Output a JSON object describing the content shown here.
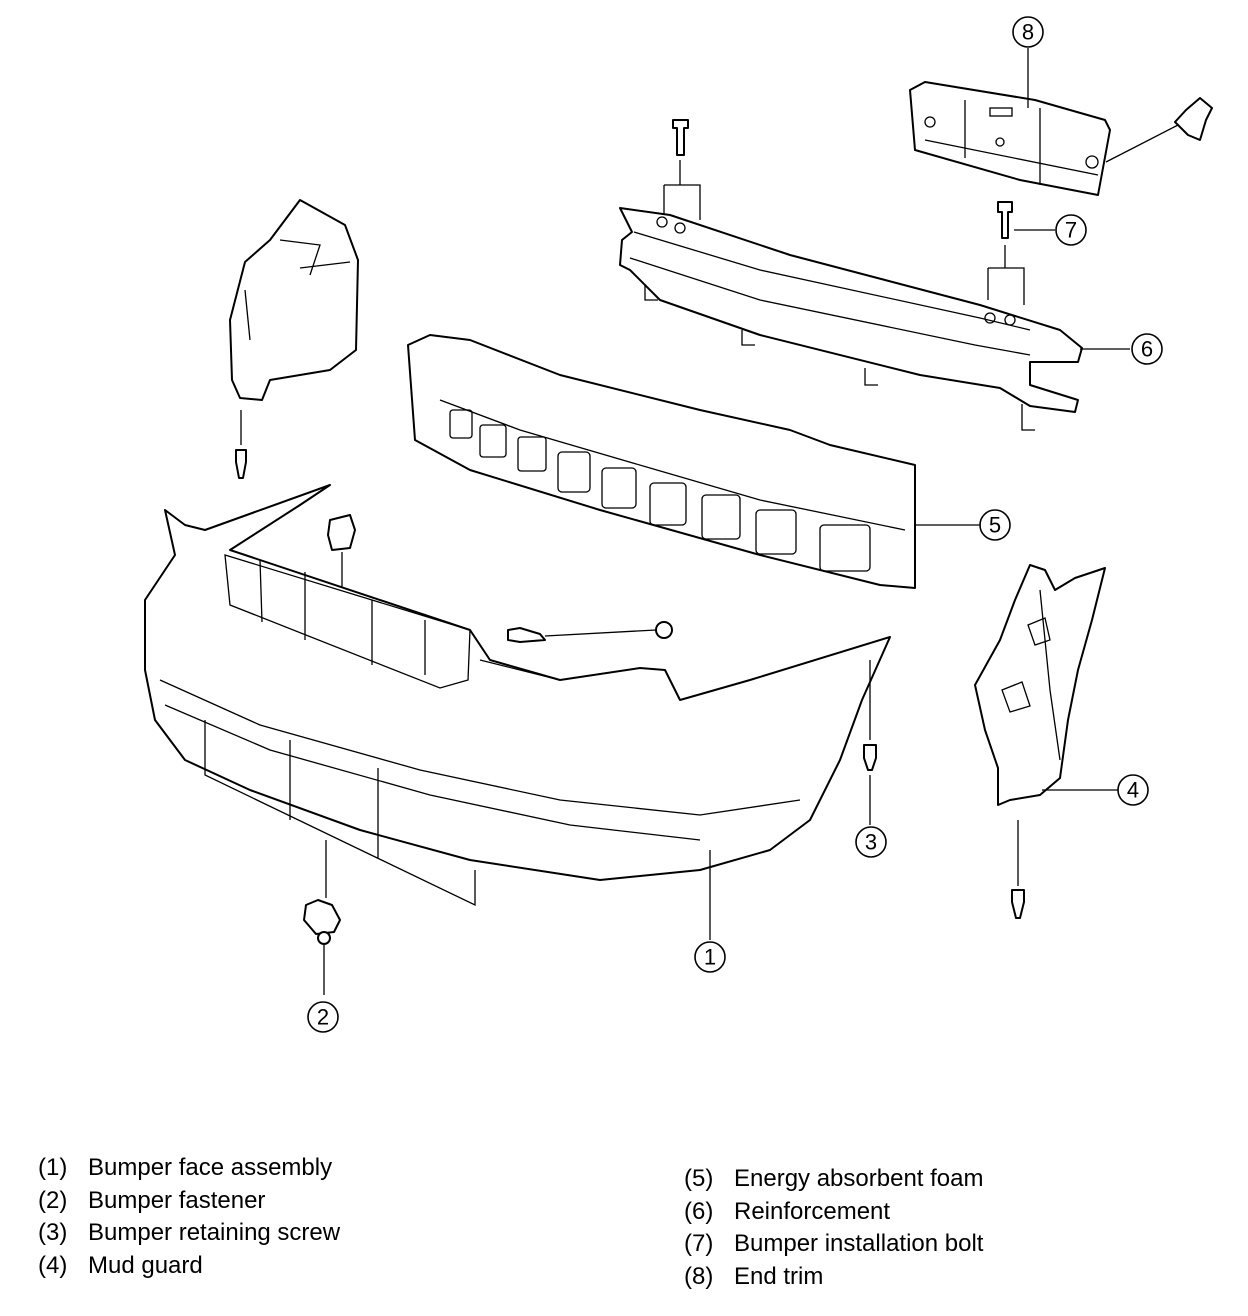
{
  "callouts": [
    {
      "id": "1",
      "label": "1"
    },
    {
      "id": "2",
      "label": "2"
    },
    {
      "id": "3",
      "label": "3"
    },
    {
      "id": "4",
      "label": "4"
    },
    {
      "id": "5",
      "label": "5"
    },
    {
      "id": "6",
      "label": "6"
    },
    {
      "id": "7",
      "label": "7"
    },
    {
      "id": "8",
      "label": "8"
    }
  ],
  "legend": {
    "left": [
      {
        "num": "(1)",
        "text": "Bumper face assembly"
      },
      {
        "num": "(2)",
        "text": "Bumper fastener"
      },
      {
        "num": "(3)",
        "text": "Bumper retaining screw"
      },
      {
        "num": "(4)",
        "text": "Mud guard"
      }
    ],
    "right": [
      {
        "num": "(5)",
        "text": "Energy absorbent foam"
      },
      {
        "num": "(6)",
        "text": "Reinforcement"
      },
      {
        "num": "(7)",
        "text": "Bumper installation bolt"
      },
      {
        "num": "(8)",
        "text": "End trim"
      }
    ]
  }
}
